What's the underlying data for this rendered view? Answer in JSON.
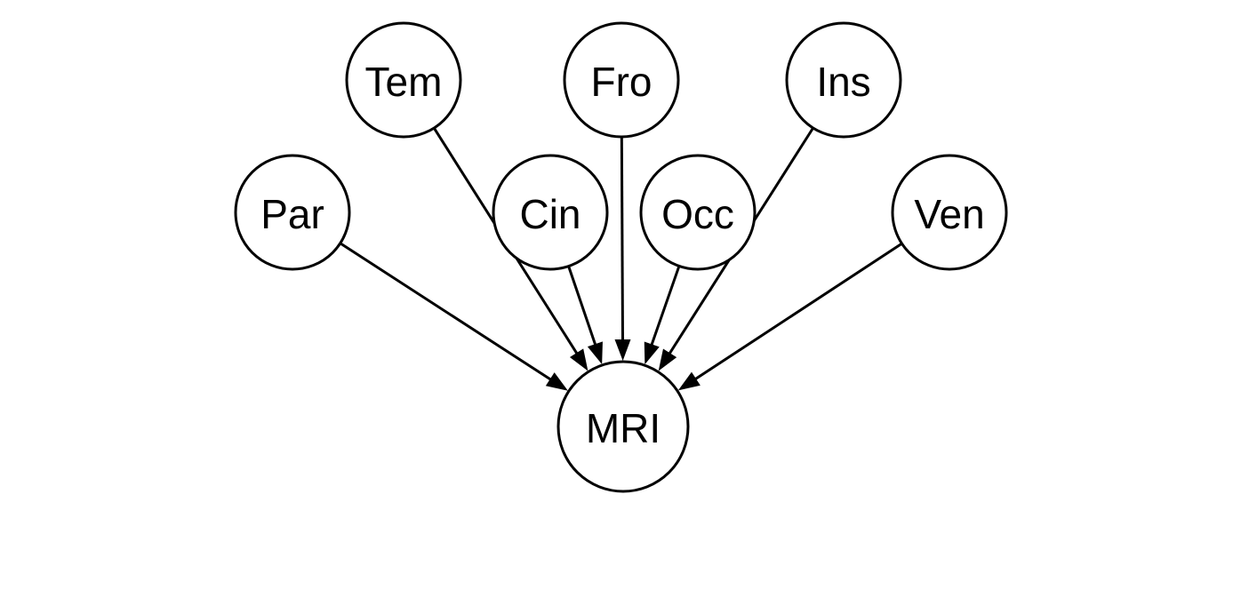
{
  "diagram": {
    "nodes": [
      {
        "id": "par",
        "label": "Par"
      },
      {
        "id": "tem",
        "label": "Tem"
      },
      {
        "id": "cin",
        "label": "Cin"
      },
      {
        "id": "fro",
        "label": "Fro"
      },
      {
        "id": "occ",
        "label": "Occ"
      },
      {
        "id": "ins",
        "label": "Ins"
      },
      {
        "id": "ven",
        "label": "Ven"
      },
      {
        "id": "mri",
        "label": "MRI"
      }
    ],
    "edges": [
      {
        "from": "par",
        "to": "mri"
      },
      {
        "from": "tem",
        "to": "mri"
      },
      {
        "from": "cin",
        "to": "mri"
      },
      {
        "from": "fro",
        "to": "mri"
      },
      {
        "from": "occ",
        "to": "mri"
      },
      {
        "from": "ins",
        "to": "mri"
      },
      {
        "from": "ven",
        "to": "mri"
      }
    ]
  }
}
